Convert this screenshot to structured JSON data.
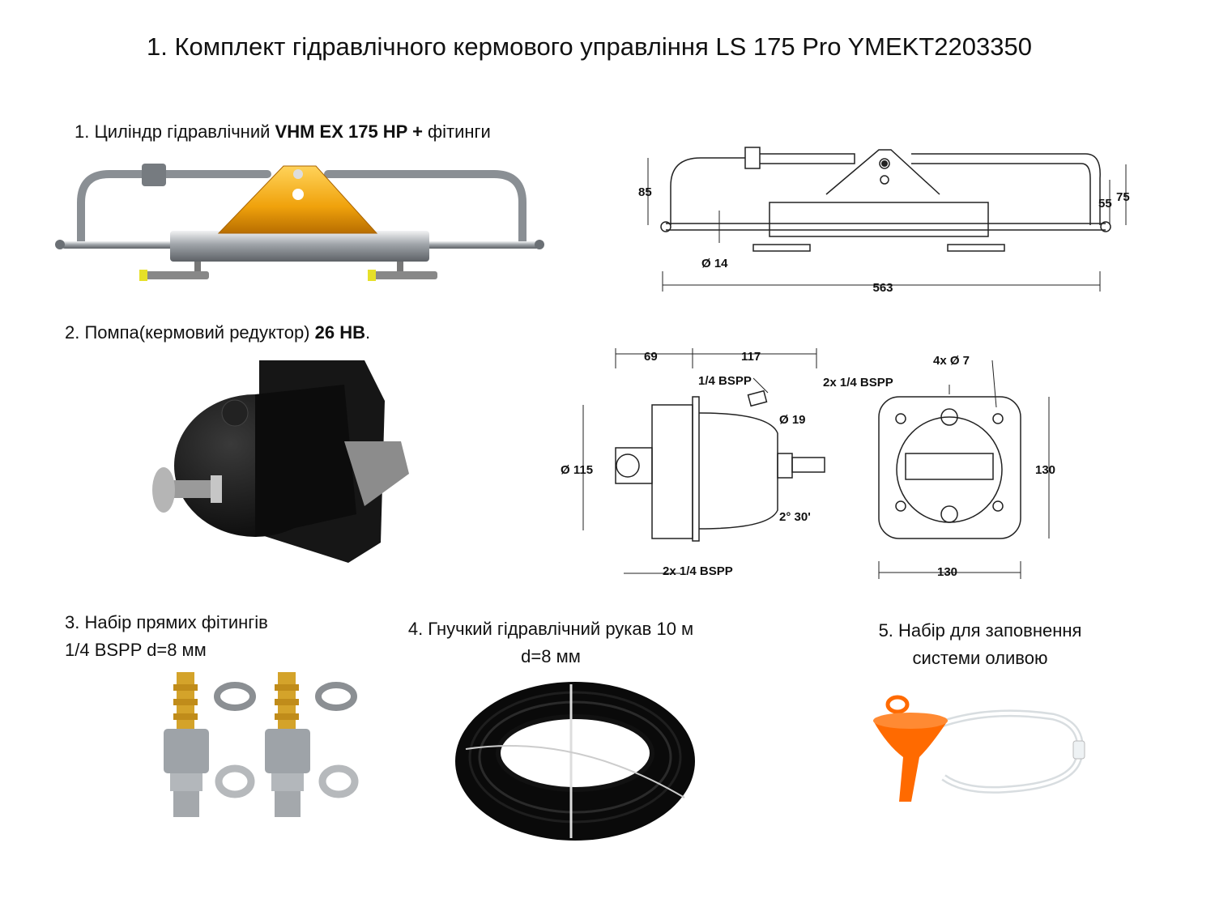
{
  "title": "1. Комплект гідравлічного кермового управління LS 175 Pro YMEKT2203350",
  "items": [
    {
      "prefix": "1. Циліндр гідравлічний ",
      "model": "VHM EX 175 HP +",
      "suffix": " фітинги",
      "dimensions": {
        "length": "563",
        "height_total": "85",
        "height_mid": "55",
        "height_right": "75",
        "rod_diameter": "Ø 14"
      }
    },
    {
      "prefix": "2. Помпа(кермовий редуктор) ",
      "model": "26 HB",
      "suffix": ".",
      "dimensions": {
        "depth_front": "69",
        "depth_body": "117",
        "port_top": "1/4 BSPP",
        "shaft": "Ø 19",
        "diameter": "Ø 115",
        "angle": "2° 30'",
        "ports_bottom": "2x 1/4 BSPP",
        "holes": "4x Ø 7",
        "ports_back": "2x 1/4 BSPP",
        "width": "130",
        "height": "130"
      }
    },
    {
      "line1": "3. Набір прямих фітингів",
      "line2": "1/4 BSPP d=8 мм"
    },
    {
      "line1": "4. Гнучкий гідравлічний рукав 10 м",
      "line2": "d=8 мм"
    },
    {
      "line1": "5. Набір для заповнення",
      "line2": "системи оливою"
    }
  ],
  "colors": {
    "cylinder_bracket": "#f0a20c",
    "pump_body": "#111111",
    "funnel": "#ff6a00",
    "hose": "#0a0a0a",
    "steel": "#b8bcc0",
    "brass": "#d4a32a"
  }
}
